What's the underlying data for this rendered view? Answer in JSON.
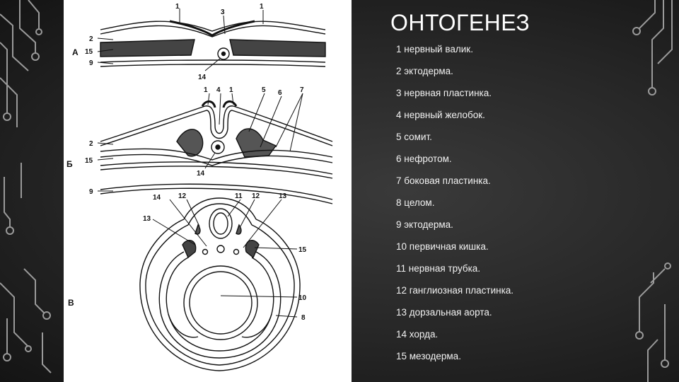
{
  "slide": {
    "title": "ОНТОГЕНЕЗ",
    "legend": [
      "1 нервный валик.",
      "2 эктодерма.",
      "3 нервная пластинка.",
      "4 нервный желобок.",
      "5 сомит.",
      "6 нефротом.",
      "7 боковая пластинка.",
      "8 целом.",
      "9 эктодерма.",
      "10 первичная кишка.",
      "11 нервная трубка.",
      "12 ганглиозная пластинка.",
      "13 дорзальная аорта.",
      "14 хорда.",
      "15 мезодерма."
    ]
  },
  "figure": {
    "panel_letters": [
      "А",
      "Б",
      "В"
    ],
    "labels_a": [
      "1",
      "3",
      "1",
      "2",
      "15",
      "9",
      "14"
    ],
    "labels_b": [
      "1",
      "4",
      "1",
      "5",
      "6",
      "7",
      "2",
      "15",
      "14",
      "9"
    ],
    "labels_c": [
      "14",
      "12",
      "11",
      "12",
      "13",
      "13",
      "15",
      "10",
      "8"
    ]
  }
}
